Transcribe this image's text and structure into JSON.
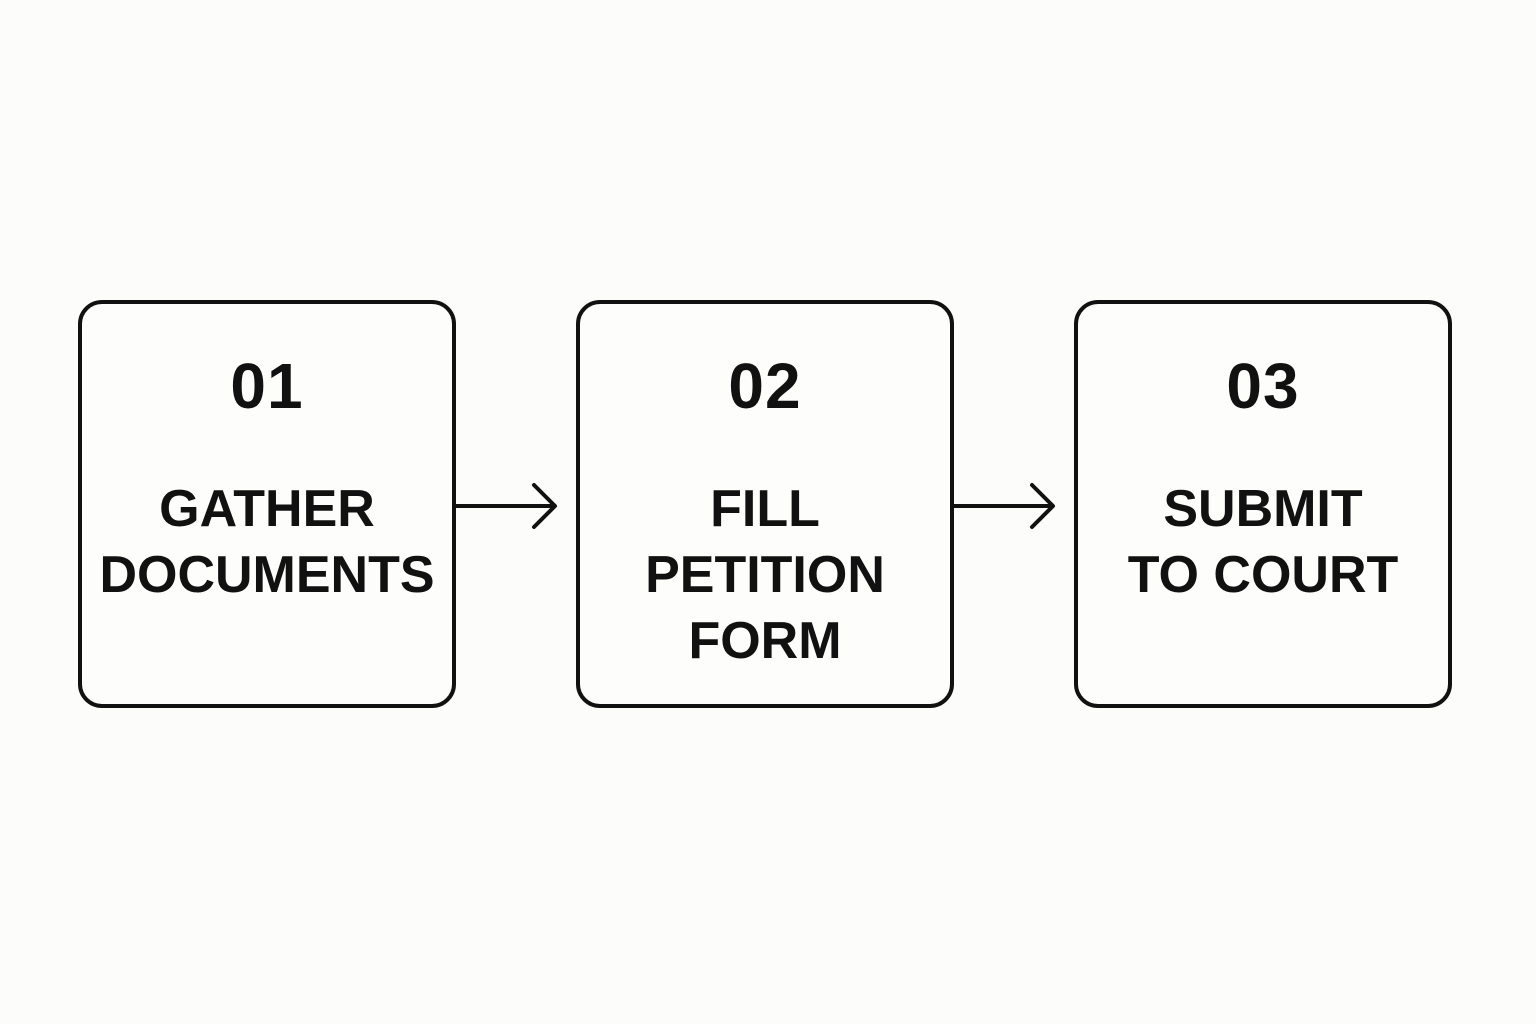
{
  "steps": [
    {
      "number": "01",
      "lines": [
        "GATHER",
        "DOCUMENTS"
      ]
    },
    {
      "number": "02",
      "lines": [
        "FILL",
        "PETITION",
        "FORM"
      ]
    },
    {
      "number": "03",
      "lines": [
        "SUBMIT",
        "TO COURT"
      ]
    }
  ],
  "arrows": [
    {
      "icon": "arrow-right-icon"
    },
    {
      "icon": "arrow-right-icon"
    }
  ],
  "colors": {
    "background": "#fcfcfa",
    "stroke": "#111111",
    "text": "#111111"
  }
}
